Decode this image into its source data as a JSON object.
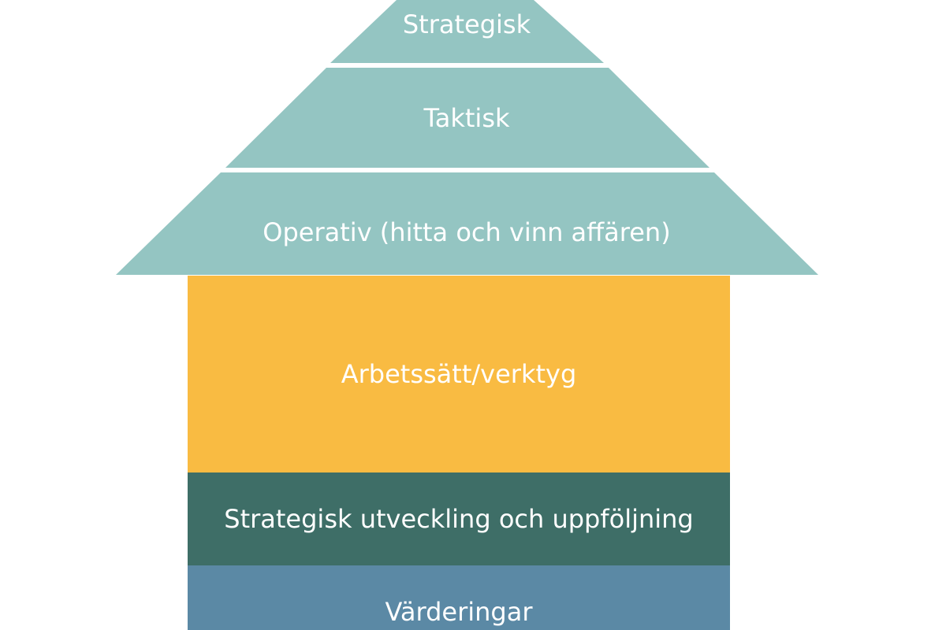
{
  "colors": {
    "roof": "#94c5c2",
    "methods": "#f9bb42",
    "followup": "#3e6e67",
    "values": "#5b89a5"
  },
  "roof": {
    "levels": [
      {
        "label": "Strategisk"
      },
      {
        "label": "Taktisk"
      },
      {
        "label": "Operativ (hitta och vinn affären)"
      }
    ]
  },
  "body": {
    "methods": "Arbetssätt/verktyg",
    "followup": "Strategisk utveckling och uppföljning",
    "values": "Värderingar"
  }
}
